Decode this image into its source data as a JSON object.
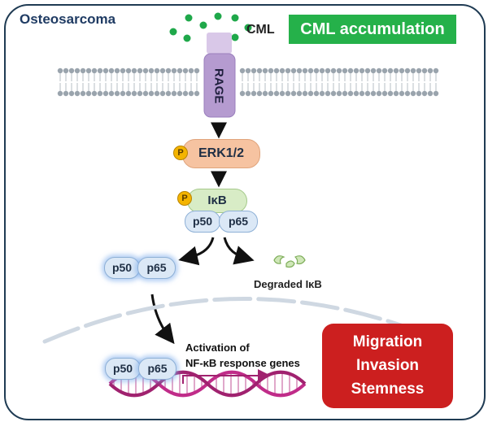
{
  "title": "Osteosarcoma",
  "ligand_label": "CML",
  "accumulation_label": "CML accumulation",
  "receptor_label": "RAGE",
  "kinase_label": "ERK1/2",
  "inhibitor_label": "IκB",
  "phospho_label": "P",
  "subunits": {
    "p50": "p50",
    "p65": "p65"
  },
  "degraded_label": "Degraded IκB",
  "activation_line1": "Activation of",
  "activation_line2": "NF-κB response genes",
  "outcomes": [
    "Migration",
    "Invasion",
    "Stemness"
  ],
  "colors": {
    "border": "#1f3b53",
    "title": "#1f3b63",
    "cml_dots": "#1fa84a",
    "accumulation_bg": "#25b14a",
    "receptor": "#b59bd0",
    "kinase": "#f6c3a1",
    "inhibitor": "#d8ecc6",
    "subunit": "#dbe8f6",
    "phospho": "#f4b400",
    "outcome_bg": "#cc1f1f",
    "dna_strand": "#c02c89"
  }
}
